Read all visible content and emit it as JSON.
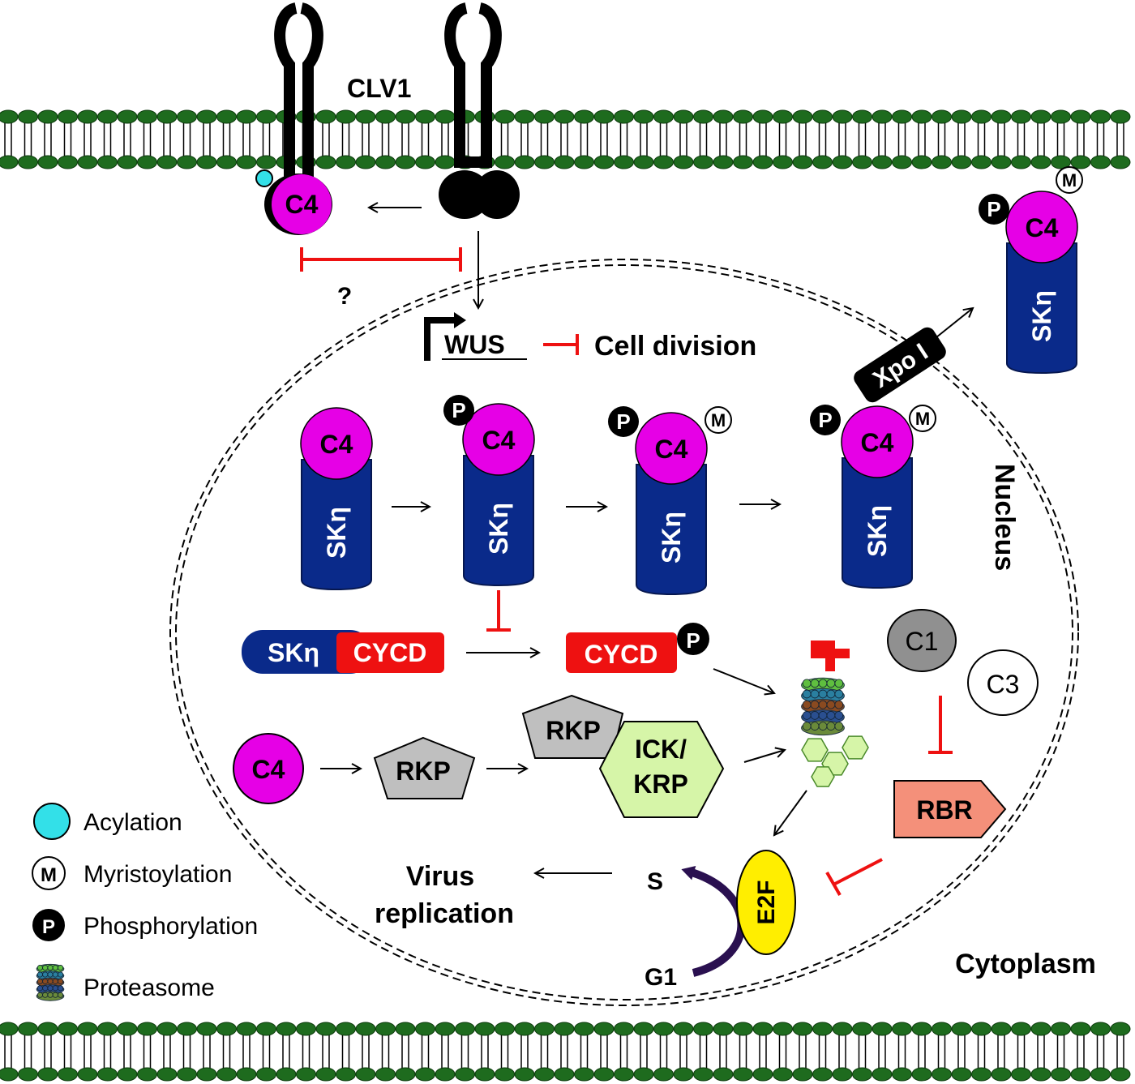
{
  "labels": {
    "clv1": "CLV1",
    "question": "?",
    "wus": "WUS",
    "cell_division": "Cell division",
    "nucleus": "Nucleus",
    "xpo": "Xpo I",
    "cytoplasm": "Cytoplasm",
    "virus_replication_line1": "Virus",
    "virus_replication_line2": "replication",
    "s_phase": "S",
    "g1_phase": "G1",
    "e2f": "E2F",
    "rbr": "RBR",
    "c1": "C1",
    "c3": "C3",
    "c4": "C4",
    "sk": "SKη",
    "cycd": "CYCD",
    "rkp": "RKP",
    "ick_line1": "ICK/",
    "ick_line2": "KRP",
    "p": "P",
    "m": "M"
  },
  "legend": [
    {
      "symbol": "acylation",
      "label": "Acylation"
    },
    {
      "symbol": "myristoylation",
      "label": "Myristoylation",
      "mark": "M"
    },
    {
      "symbol": "phosphorylation",
      "label": "Phosphorylation",
      "mark": "P"
    },
    {
      "symbol": "proteasome",
      "label": "Proteasome"
    }
  ],
  "colors": {
    "membrane_green": "#1e6b1e",
    "c4_magenta": "#e600e6",
    "sk_blue": "#0a2a8a",
    "cycd_red": "#ee1111",
    "inhibit_red": "#ee1111",
    "rkp_gray": "#bfbfbf",
    "ick_green": "#d6f5a8",
    "rbr_salmon": "#f4907a",
    "e2f_yellow": "#ffee00",
    "c1_gray": "#909090",
    "acyl_cyan": "#33e0e8",
    "cycle_purple": "#2a1050"
  }
}
